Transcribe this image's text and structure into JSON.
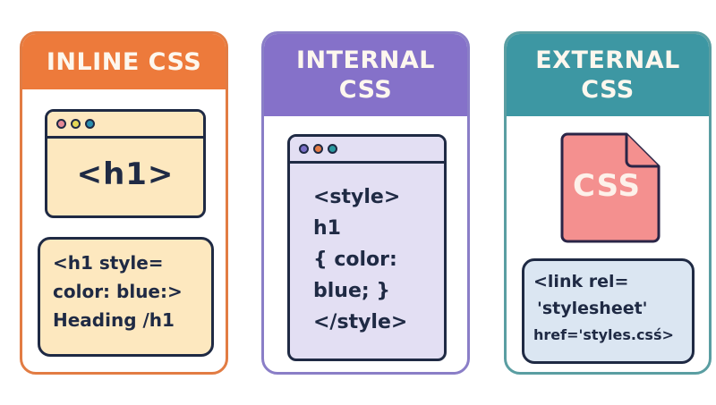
{
  "diagram": {
    "cards": [
      {
        "id": "inline",
        "title_lines": [
          "INLINE CSS"
        ],
        "header_color": "#ed7a3b",
        "window": {
          "dots": [
            "#e58a96",
            "#e4d857",
            "#2a8fb0"
          ],
          "content": "<h1>",
          "background": "#fde8bf"
        },
        "snippet": {
          "lines": [
            "<h1 style=",
            "color: blue:>",
            "Heading /h1"
          ],
          "background": "#fde8bf"
        }
      },
      {
        "id": "internal",
        "title_lines": [
          "INTERNAL",
          "CSS"
        ],
        "header_color": "#8571c9",
        "window": {
          "dots": [
            "#7a6fc6",
            "#e47b45",
            "#2a9aa0"
          ],
          "lines": [
            "<style>",
            "h1",
            "{ color:",
            "blue; }",
            "</style>"
          ],
          "background": "#e3dff3"
        }
      },
      {
        "id": "external",
        "title_lines": [
          "EXTERNAL",
          "CSS"
        ],
        "header_color": "#3d97a3",
        "file_icon": {
          "label": "CSS",
          "color": "#f4908f"
        },
        "snippet": {
          "lines": [
            "<link rel=",
            "'stylesheet'",
            "href='styles.csś>"
          ],
          "background": "#dbe6f2"
        }
      }
    ]
  }
}
